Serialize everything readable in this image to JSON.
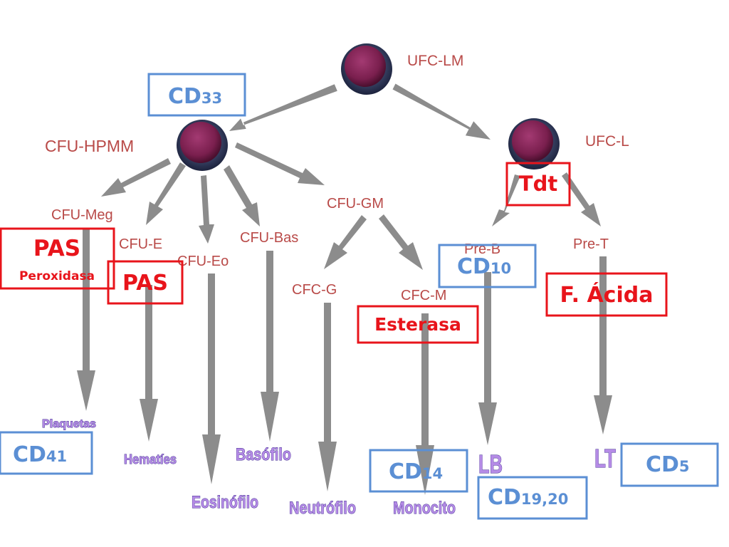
{
  "diagram": {
    "nodes": {
      "ufc_lm": "UFC-LM",
      "cfu_hpmm": "CFU-HPMM",
      "ufc_l": "UFC-L",
      "cfu_meg": "CFU-Meg",
      "cfu_e": "CFU-E",
      "cfu_eo": "CFU-Eo",
      "cfu_bas": "CFU-Bas",
      "cfu_gm": "CFU-GM",
      "cfc_g": "CFC-G",
      "cfc_m": "CFC-M",
      "pre_b": "Pre-B",
      "pre_t": "Pre-T"
    },
    "cells": {
      "plaquetas": "Plaquetas",
      "hematies": "Hematíes",
      "eosinofilo": "Eosinófilo",
      "basofilo": "Basófilo",
      "neutrofilo": "Neutrófilo",
      "monocito": "Monocito",
      "lb": "LB",
      "lt": "LT"
    },
    "markers": {
      "cd33": {
        "base": "CD",
        "sub": "33"
      },
      "cd41": {
        "base": "CD",
        "sub": "41"
      },
      "cd14": {
        "base": "CD",
        "sub": "14"
      },
      "cd10": {
        "base": "CD",
        "sub": "10"
      },
      "cd19_20": {
        "base": "CD",
        "sub": "19,20"
      },
      "cd5": {
        "base": "CD",
        "sub": "5"
      }
    },
    "stains": {
      "pas_meg": "PAS",
      "peroxidasa": "Peroxidasa",
      "pas_e": "PAS",
      "esterasa": "Esterasa",
      "tdt": "Tdt",
      "f_acida": "F. Ácida"
    },
    "colors": {
      "arrow": "#8c8c8c",
      "node_label": "#b94a48",
      "stain_red": "#e8141b",
      "marker_blue": "#5b8fd4",
      "cell_purple": "#b58be6",
      "stem_cell": "#7a1f4e"
    }
  }
}
